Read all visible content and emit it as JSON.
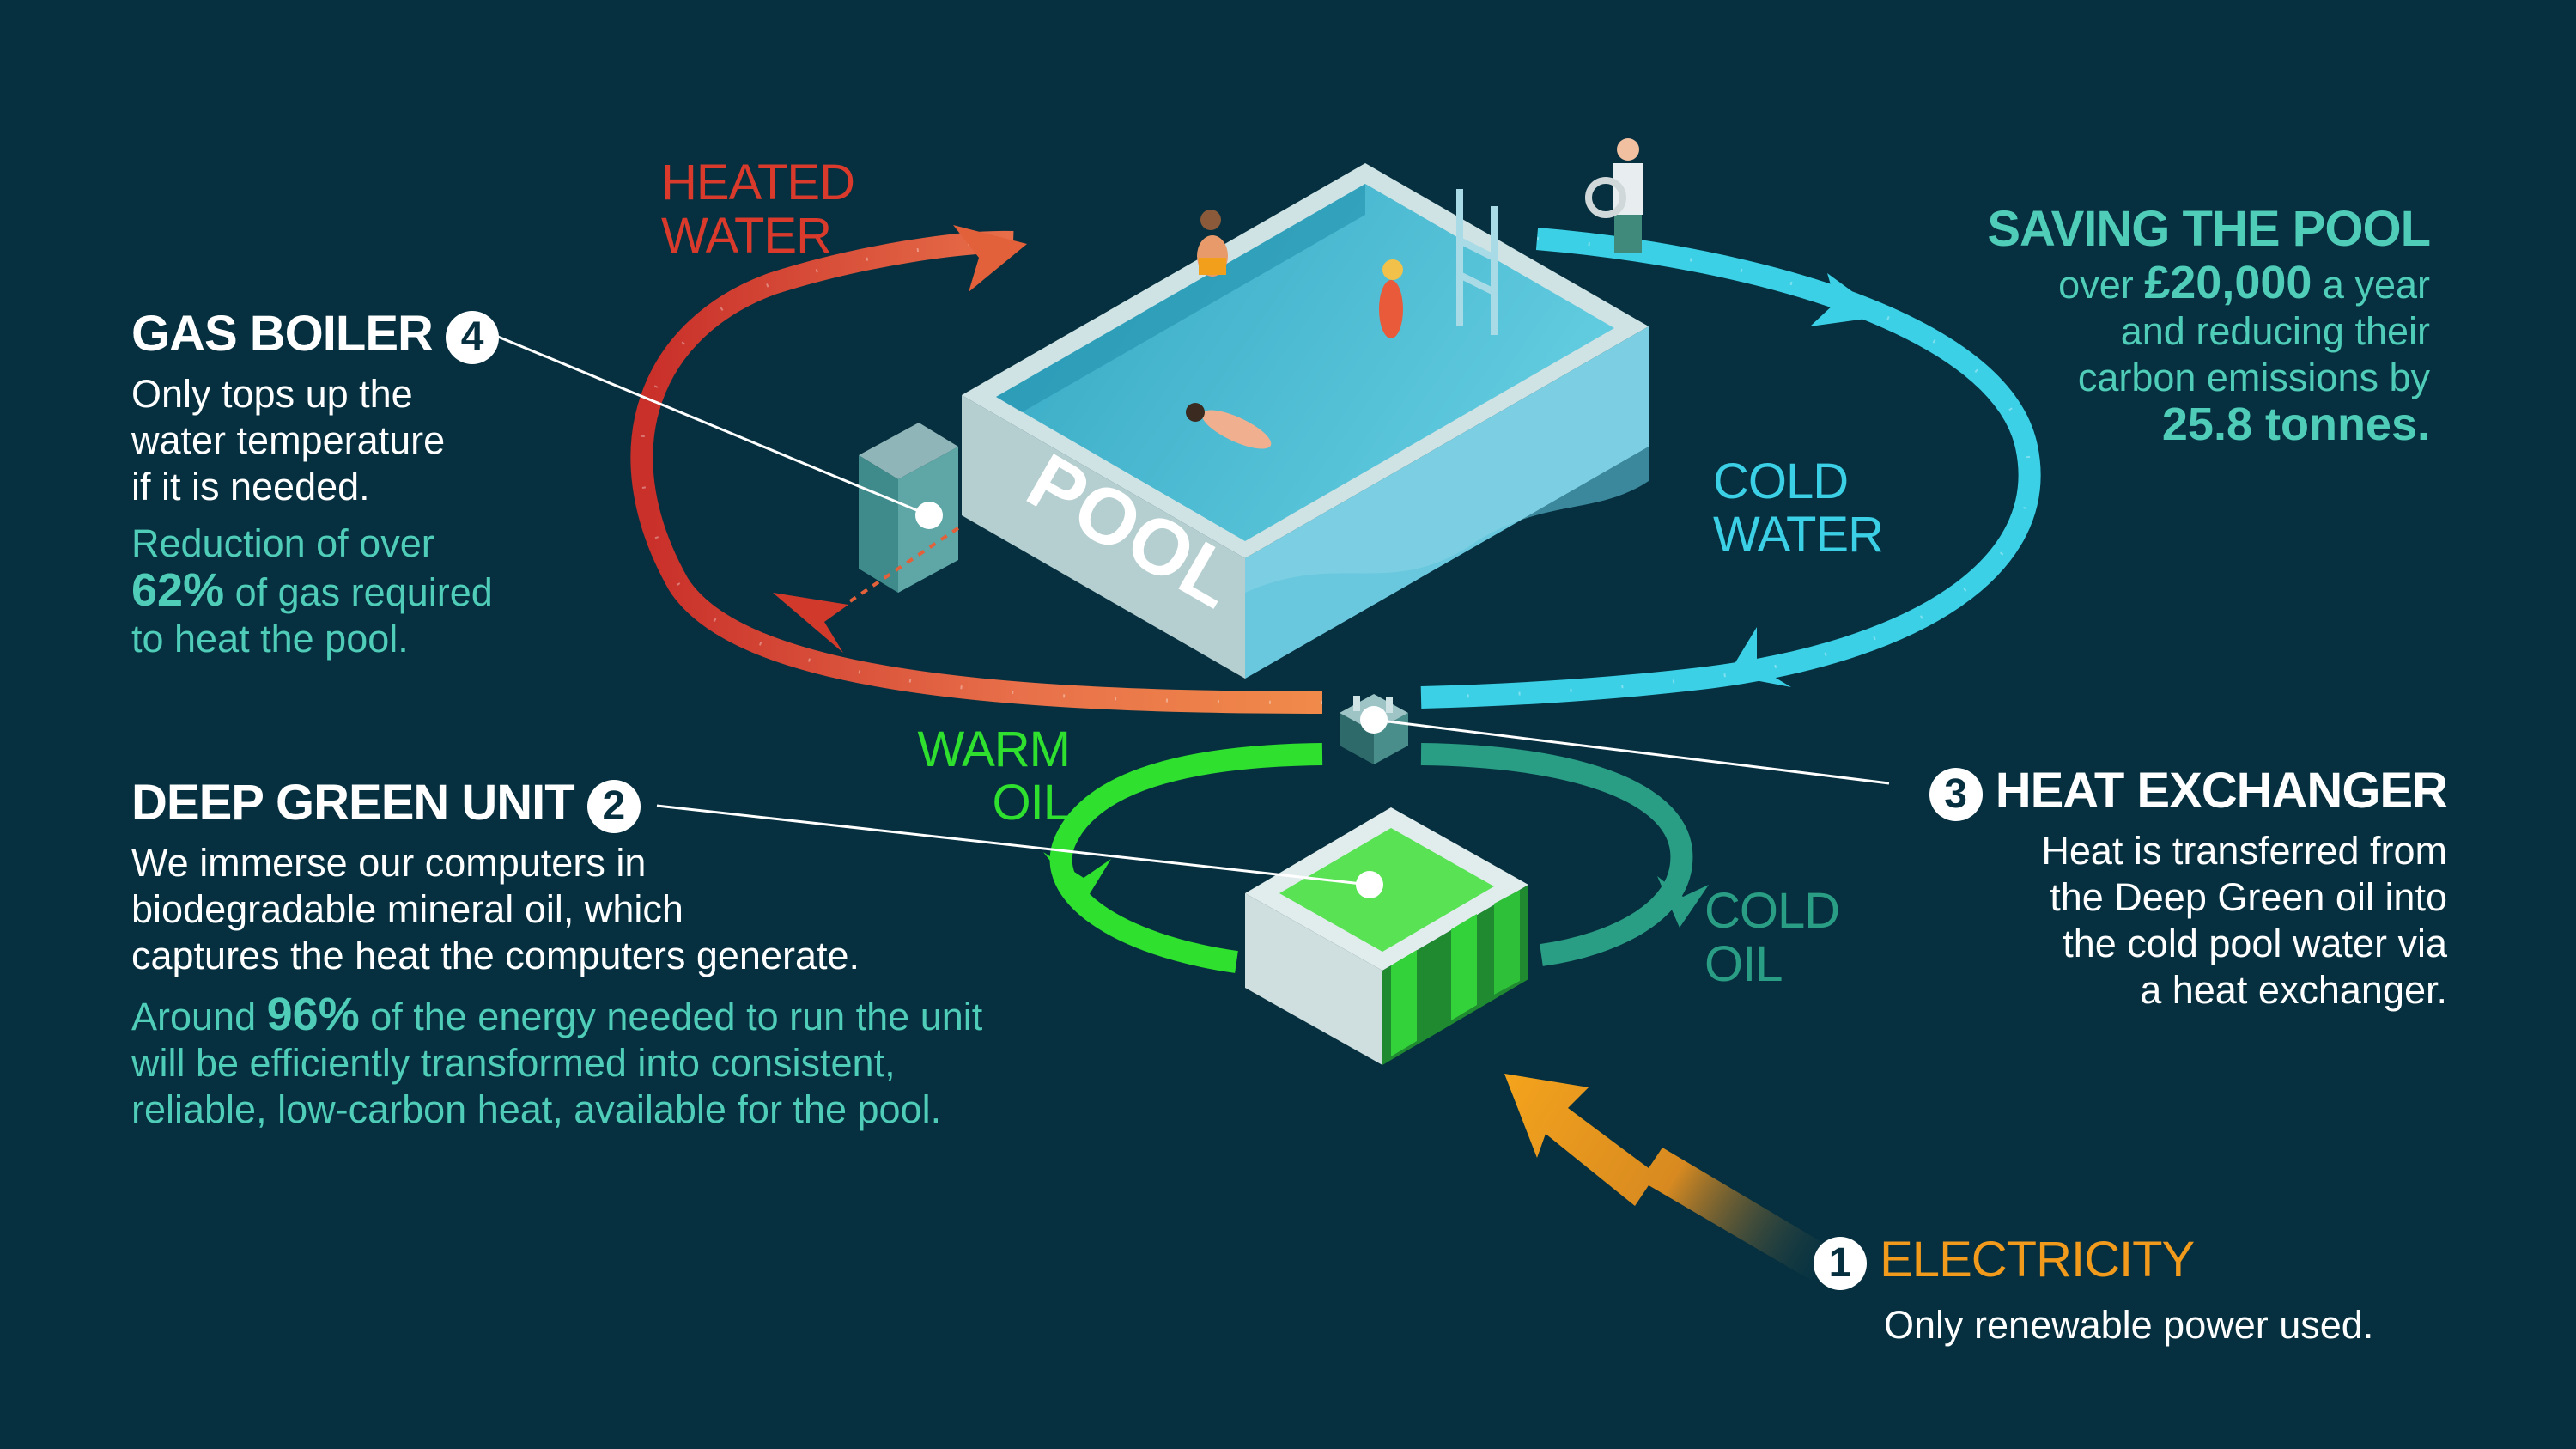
{
  "flows": {
    "heated_water": "HEATED WATER",
    "cold_water": "COLD WATER",
    "warm_oil": "WARM OIL",
    "cold_oil": "COLD OIL"
  },
  "pool_label": "POOL",
  "saving": {
    "title": "SAVING THE POOL",
    "line1_pre": "over ",
    "amount": "£20,000",
    "line1_post": " a year",
    "line2": "and reducing their",
    "line3": "carbon emissions by",
    "tonnes": "25.8 tonnes."
  },
  "gas_boiler": {
    "number": "4",
    "title": "GAS BOILER",
    "lines": [
      "Only tops up the",
      "water temperature",
      "if it is needed."
    ],
    "reduction_pre": "Reduction of over",
    "reduction_pct": "62%",
    "reduction_mid": " of gas required",
    "reduction_post": "to heat the pool."
  },
  "deep_green": {
    "number": "2",
    "title": "DEEP GREEN UNIT",
    "lines": [
      "We immerse our computers in",
      "biodegradable mineral oil, which",
      "captures the heat the computers generate."
    ],
    "energy_pre": "Around ",
    "energy_pct": "96%",
    "energy_post": " of the energy needed to run the unit",
    "energy_line2": "will be efficiently transformed into consistent,",
    "energy_line3": "reliable, low-carbon heat, available for the pool."
  },
  "heat_exchanger": {
    "number": "3",
    "title": "HEAT EXCHANGER",
    "lines": [
      "Heat is transferred from",
      "the Deep Green oil into",
      "the cold pool water via",
      "a heat exchanger."
    ]
  },
  "electricity": {
    "number": "1",
    "title": "ELECTRICITY",
    "line": "Only renewable power used."
  },
  "colors": {
    "background": "#06303f",
    "heated": "#d93a2b",
    "cold_water": "#3bd0e6",
    "warm_oil": "#2fe02f",
    "cold_oil": "#2a9e85",
    "electricity": "#f19a1c",
    "accent_teal": "#4fcdb9"
  }
}
